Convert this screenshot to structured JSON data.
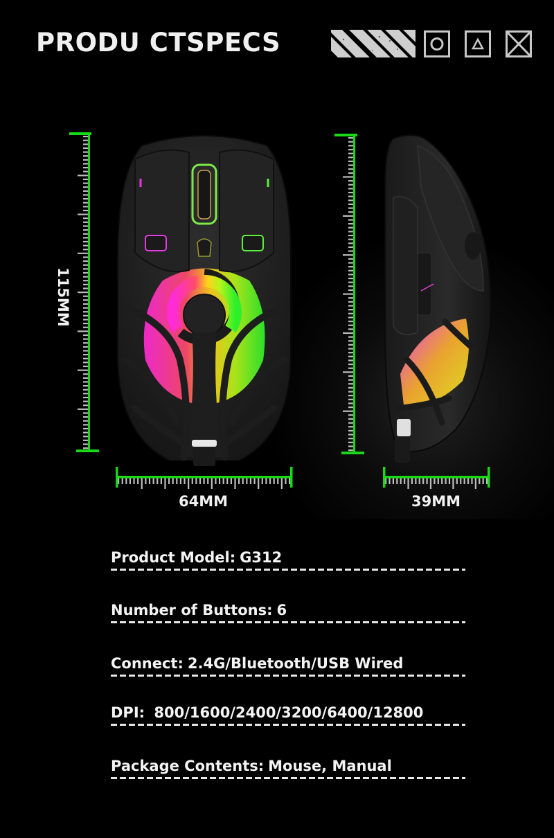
{
  "header": {
    "title": "PRODU CTSPECS",
    "icons": [
      "hazard-stripes",
      "circle-box-icon",
      "triangle-box-icon",
      "cross-box-icon"
    ]
  },
  "colors": {
    "background": "#000000",
    "ruler_accent": "#18d818",
    "tick": "#bdbdbd",
    "text": "#f2f2f2"
  },
  "dimensions": {
    "length": "115MM",
    "width": "64MM",
    "height": "39MM"
  },
  "images": {
    "top_view": "mouse-top-view",
    "side_view": "mouse-side-view"
  },
  "specs": [
    {
      "label": "Product Model:",
      "value": "G312"
    },
    {
      "label": "Number of Buttons:",
      "value": "6"
    },
    {
      "label": "Connect:",
      "value": "2.4G/Bluetooth/USB Wired"
    },
    {
      "label": "DPI:",
      "value": " 800/1600/2400/3200/6400/12800"
    },
    {
      "label": "Package Contents:",
      "value": "Mouse, Manual"
    }
  ]
}
